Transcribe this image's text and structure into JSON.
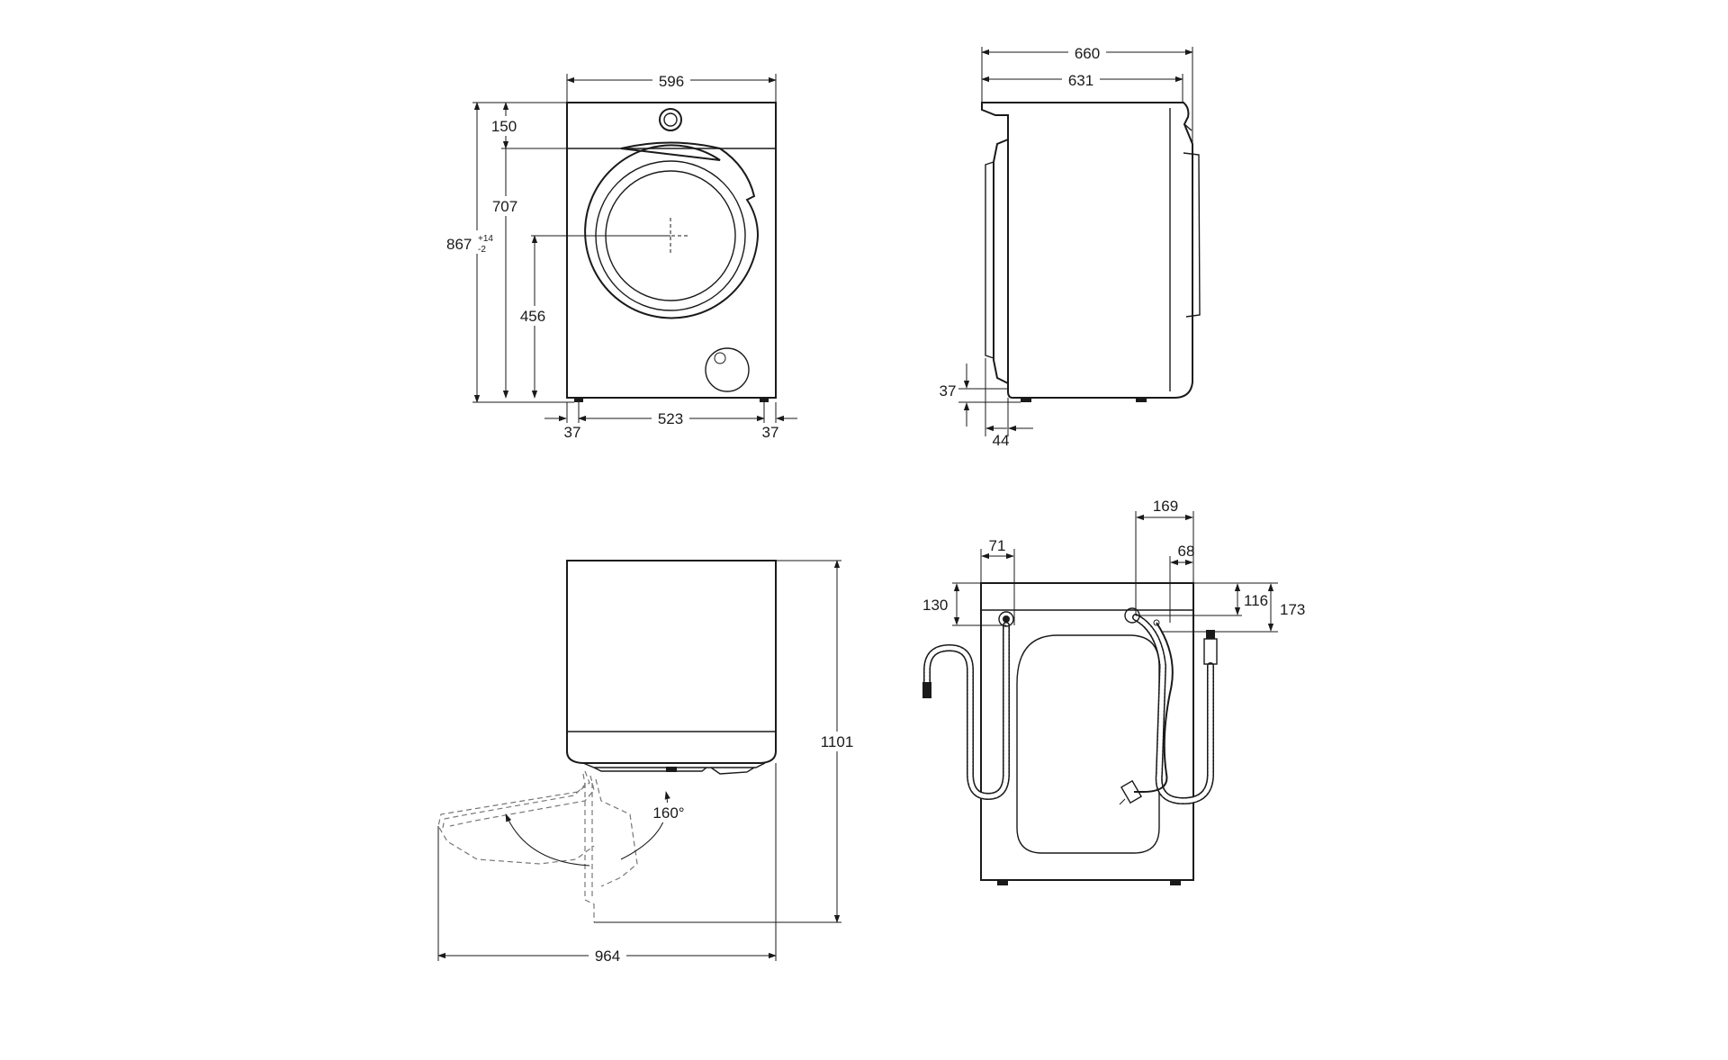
{
  "front_view": {
    "width": "596",
    "height": "867",
    "height_tolerance_plus": "+14",
    "height_tolerance_minus": "-2",
    "top_panel": "150",
    "door_top_to_floor": "707",
    "door_center_height": "456",
    "feet_span": "523",
    "foot_offset_left": "37",
    "foot_offset_right": "37"
  },
  "side_view": {
    "depth_total": "660",
    "depth_body": "631",
    "foot_height": "37",
    "door_protrusion": "44"
  },
  "door_open_view": {
    "total_depth_open": "964",
    "height_with_door": "1101",
    "opening_angle": "160°"
  },
  "rear_view": {
    "outlet_offset": "71",
    "outlet_depth": "130",
    "inlet_offset": "169",
    "power_offset": "68",
    "inlet_depth": "116",
    "power_depth": "173"
  }
}
